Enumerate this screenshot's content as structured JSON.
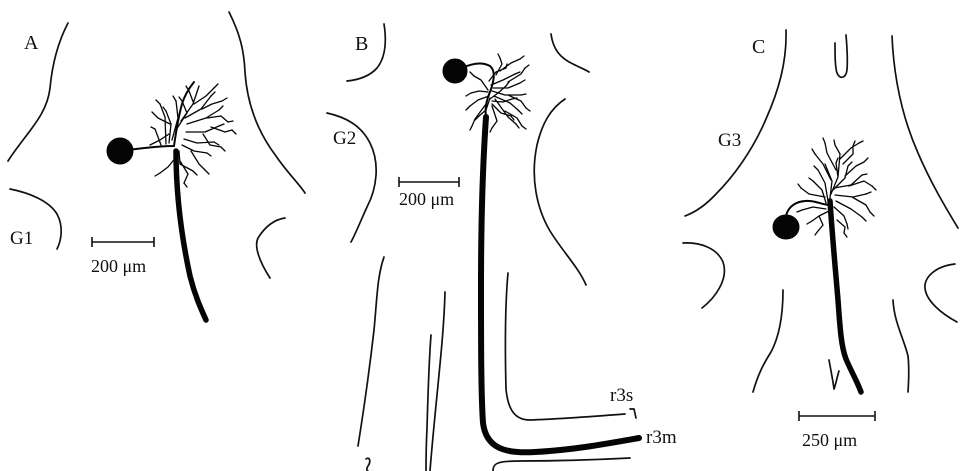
{
  "panels": {
    "a": {
      "letter": "A",
      "ganglion": "G1",
      "scale": "200 μm"
    },
    "b": {
      "letter": "B",
      "ganglion": "G2",
      "scale": "200 μm",
      "nerve_labels": {
        "top": "r3s",
        "bottom": "r3m"
      }
    },
    "c": {
      "letter": "C",
      "ganglion": "G3",
      "scale": "250 μm"
    }
  },
  "colors": {
    "ink": "#050505",
    "background": "#ffffff"
  }
}
